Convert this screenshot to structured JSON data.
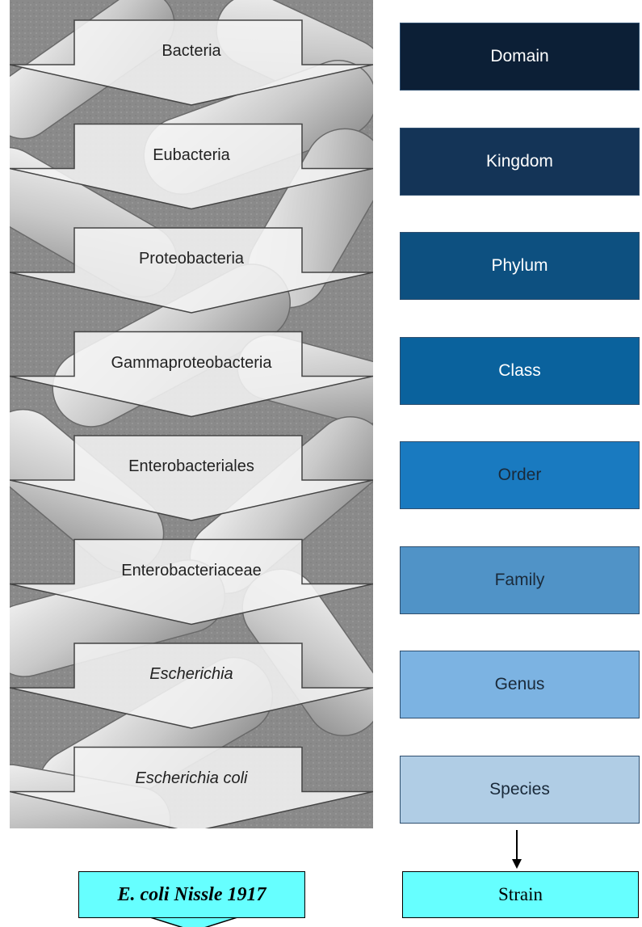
{
  "taxonomy_arrows": [
    {
      "label": "Bacteria",
      "italic": false
    },
    {
      "label": "Eubacteria",
      "italic": false
    },
    {
      "label": "Proteobacteria",
      "italic": false
    },
    {
      "label": "Gammaproteobacteria",
      "italic": false
    },
    {
      "label": "Enterobacteriales",
      "italic": false
    },
    {
      "label": "Enterobacteriaceae",
      "italic": false
    },
    {
      "label": "Escherichia",
      "italic": true
    },
    {
      "label": "Escherichia coli",
      "italic": true
    }
  ],
  "ranks": [
    {
      "label": "Domain",
      "color": "#0c1f36",
      "text_color": "#ffffff"
    },
    {
      "label": "Kingdom",
      "color": "#143457",
      "text_color": "#ffffff"
    },
    {
      "label": "Phylum",
      "color": "#0d5080",
      "text_color": "#ffffff"
    },
    {
      "label": "Class",
      "color": "#0a629d",
      "text_color": "#ffffff"
    },
    {
      "label": "Order",
      "color": "#197ac0",
      "text_color": "#1a2a3a"
    },
    {
      "label": "Family",
      "color": "#5093c7",
      "text_color": "#1a2a3a"
    },
    {
      "label": "Genus",
      "color": "#7cb3e2",
      "text_color": "#1a2a3a"
    },
    {
      "label": "Species",
      "color": "#b0cde5",
      "text_color": "#1a2a3a"
    }
  ],
  "strain": {
    "label": "Strain",
    "color": "#66ffff"
  },
  "nissle": {
    "label": "E. coli Nissle 1917",
    "color": "#66ffff"
  }
}
